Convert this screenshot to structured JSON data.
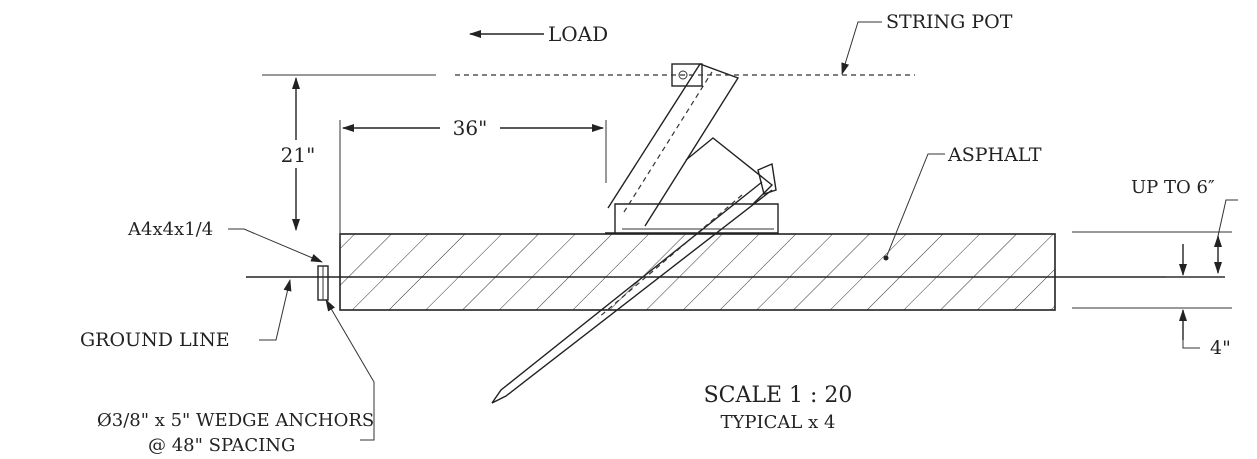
{
  "labels": {
    "load": "LOAD",
    "string_pot": "STRING POT",
    "dim_21": "21\"",
    "dim_36": "36\"",
    "asphalt": "ASPHALT",
    "up_to_6": "UP TO 6″",
    "angle": "A4x4x1/4",
    "ground_line": "GROUND LINE",
    "dim_4": "4\"",
    "anchors_line1": "Ø3/8\" x 5\" WEDGE ANCHORS",
    "anchors_line2": "@ 48\" SPACING",
    "scale": "SCALE 1 : 20",
    "typical": "TYPICAL x 4"
  }
}
